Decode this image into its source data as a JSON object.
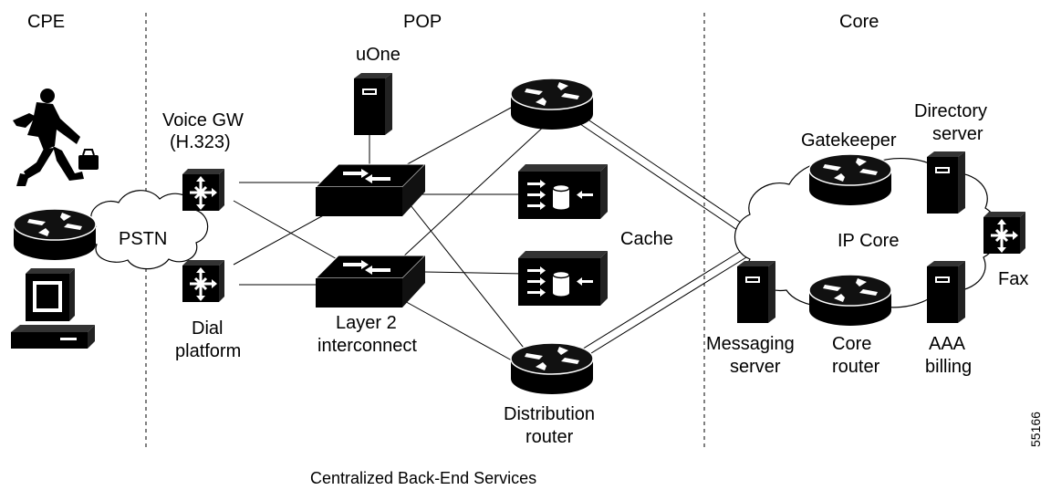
{
  "zones": {
    "cpe": "CPE",
    "pop": "POP",
    "core": "Core"
  },
  "labels": {
    "uone": "uOne",
    "voice_gw_1": "Voice GW",
    "voice_gw_2": "(H.323)",
    "pstn": "PSTN",
    "dial_1": "Dial",
    "dial_2": "platform",
    "layer2_1": "Layer 2",
    "layer2_2": "interconnect",
    "cache": "Cache",
    "dist_1": "Distribution",
    "dist_2": "router",
    "gatekeeper": "Gatekeeper",
    "dir_1": "Directory",
    "dir_2": "server",
    "ip_core": "IP Core",
    "fax": "Fax",
    "msg_1": "Messaging",
    "msg_2": "server",
    "core_1": "Core",
    "core_2": "router",
    "aaa_1": "AAA",
    "aaa_2": "billing"
  },
  "caption": "Centralized Back-End Services",
  "figure_id": "55166",
  "icons": [
    "person-running-icon",
    "router-icon",
    "computer-icon",
    "cloud-icon",
    "voice-gateway-icon",
    "server-icon",
    "switch-icon",
    "cache-icon"
  ]
}
